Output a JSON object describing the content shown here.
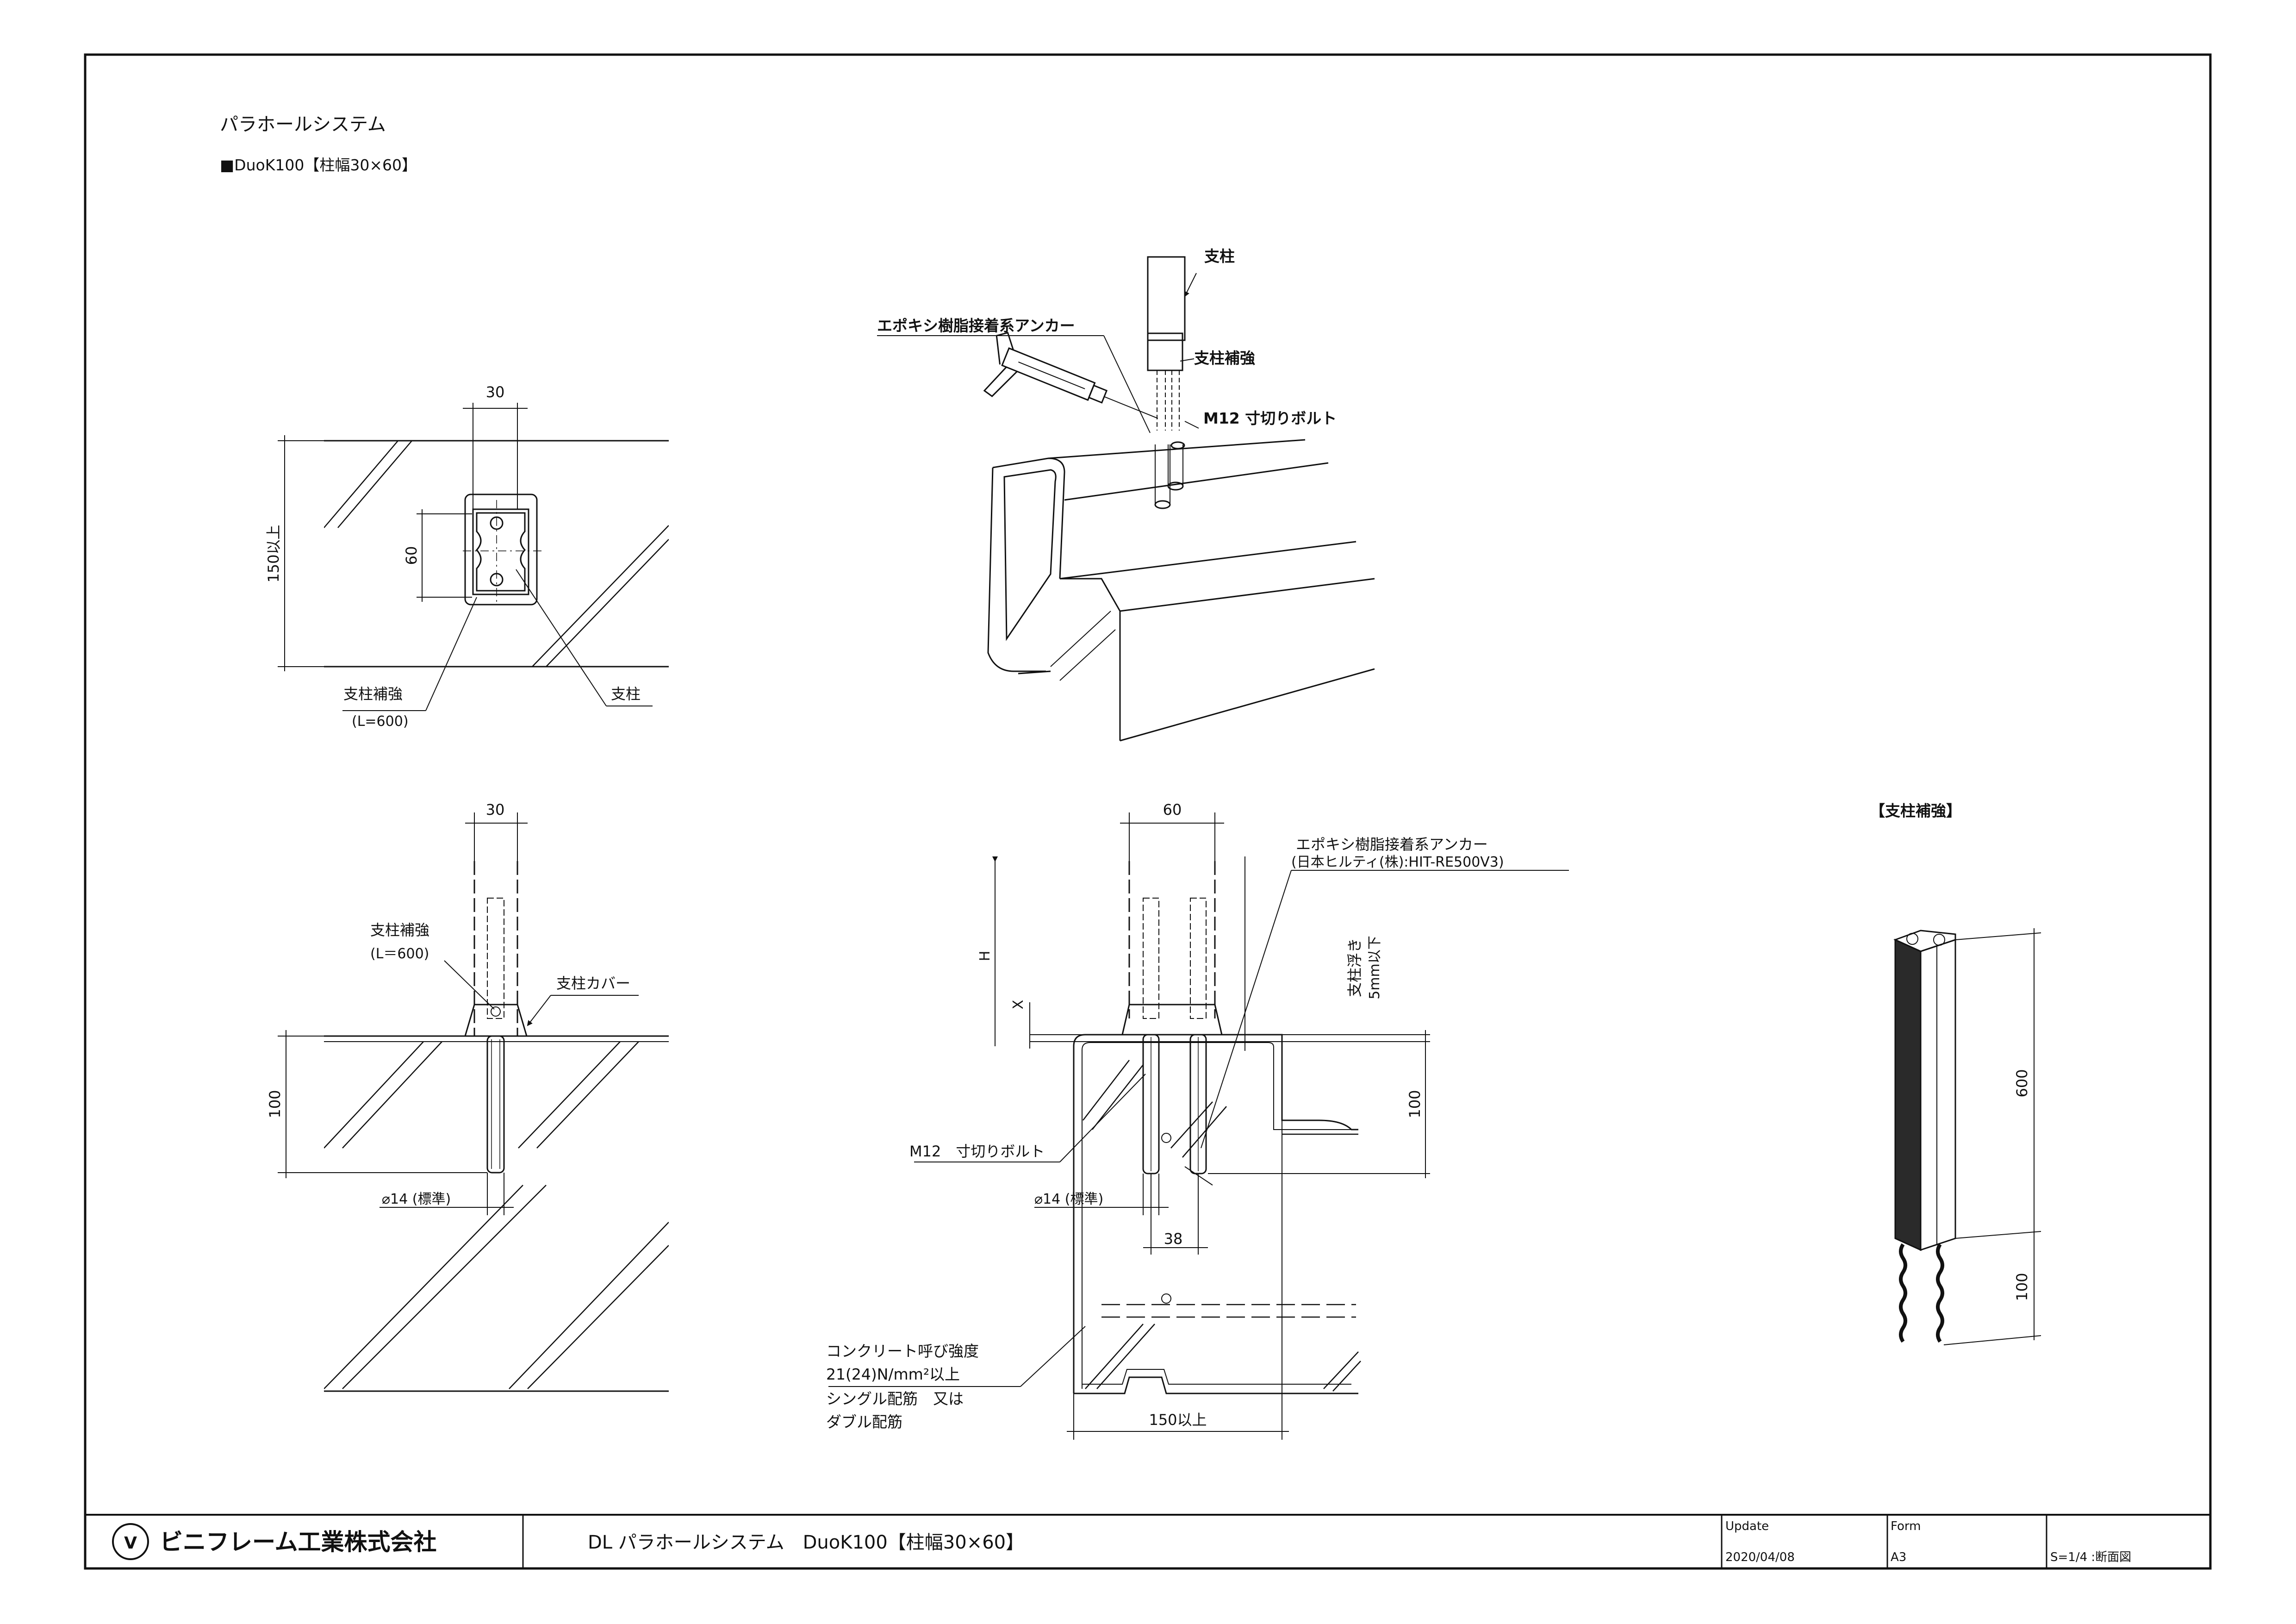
{
  "header": {
    "title": "パラホールシステム",
    "subtitle": "■DuoK100【柱幅30×60】"
  },
  "view_top": {
    "dim_width": "30",
    "dim_height": "60",
    "dim_depth": "150以上",
    "label_reinforcement": "支柱補強",
    "label_reinforcement_len": "(L=600)",
    "label_post": "支柱"
  },
  "view_iso": {
    "label_post": "支柱",
    "label_anchor": "エポキシ樹脂接着系アンカー",
    "label_reinforcement": "支柱補強",
    "label_bolt": "M12 寸切りボルト"
  },
  "view_side": {
    "dim_width": "30",
    "label_reinforcement": "支柱補強",
    "label_reinforcement_len": "(L＝600)",
    "label_cover": "支柱カバー",
    "dim_depth": "100",
    "label_hole": "⌀14 (標準)"
  },
  "view_section": {
    "dim_width": "60",
    "label_anchor": "エポキシ樹脂接着系アンカー",
    "label_anchor_product": "(日本ヒルティ(株):HIT-RE500V3)",
    "label_h": "H",
    "label_x": "X",
    "label_lift_1": "支柱浮き",
    "label_lift_2": "5mm以下",
    "dim_depth": "100",
    "label_bolt": "M12　寸切りボルト",
    "label_hole": "⌀14 (標準)",
    "dim_edge": "38",
    "label_concrete_1": "コンクリート呼び強度",
    "label_concrete_2": "21(24)N/mm²以上",
    "label_concrete_3": "シングル配筋　又は",
    "label_concrete_4": "ダブル配筋",
    "dim_base": "150以上"
  },
  "view_reinforcement": {
    "title": "【支柱補強】",
    "dim_length": "600",
    "dim_embed": "100"
  },
  "title_block": {
    "company": "ビニフレーム工業株式会社",
    "drawing_title": "DL パラホールシステム　DuoK100【柱幅30×60】",
    "update_label": "Update",
    "update_value": "2020/04/08",
    "form_label": "Form",
    "form_value": "A3",
    "scale": "S=1/4 :断面図"
  }
}
